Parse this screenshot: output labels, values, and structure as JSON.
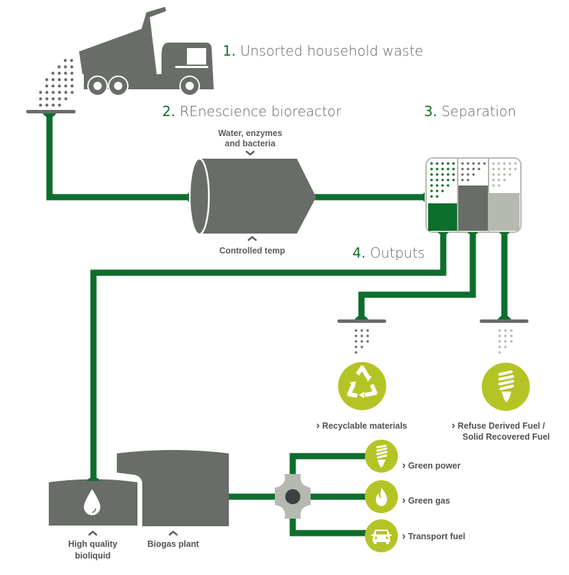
{
  "colors": {
    "pipe_green": "#0e6e2c",
    "machine_gray": "#686d67",
    "light_gray": "#b5b9af",
    "icon_lime": "#b5c425",
    "dark_node": "#3f4040",
    "text_gray": "#5f625f"
  },
  "steps": [
    {
      "number": "1.",
      "title": "Unsorted household waste"
    },
    {
      "number": "2.",
      "title": "REnescience bioreactor"
    },
    {
      "number": "3.",
      "title": "Separation"
    },
    {
      "number": "4.",
      "title": "Outputs"
    }
  ],
  "bioreactor": {
    "input_note_line1": "Water, enzymes",
    "input_note_line2": "and bacteria",
    "bottom_note": "Controlled temp"
  },
  "outputs": {
    "recyclable": {
      "icon": "recycle-icon",
      "label": "Recyclable materials"
    },
    "rdf": {
      "icon": "light-bulb-icon",
      "label_line1": "Refuse Derived Fuel /",
      "label_line2": "Solid Recovered Fuel"
    },
    "bioliquid": {
      "icon": "droplet-icon",
      "label_line1": "High quality",
      "label_line2": "bioliquid"
    },
    "biogas": {
      "label": "Biogas plant"
    }
  },
  "biogas_outputs": [
    {
      "icon": "light-bulb-icon",
      "label": "Green power"
    },
    {
      "icon": "flame-icon",
      "label": "Green gas"
    },
    {
      "icon": "car-icon",
      "label": "Transport fuel"
    }
  ],
  "glyphs": {
    "chevron_right": "›",
    "chevron_up": "^",
    "chevron_down": "v"
  }
}
